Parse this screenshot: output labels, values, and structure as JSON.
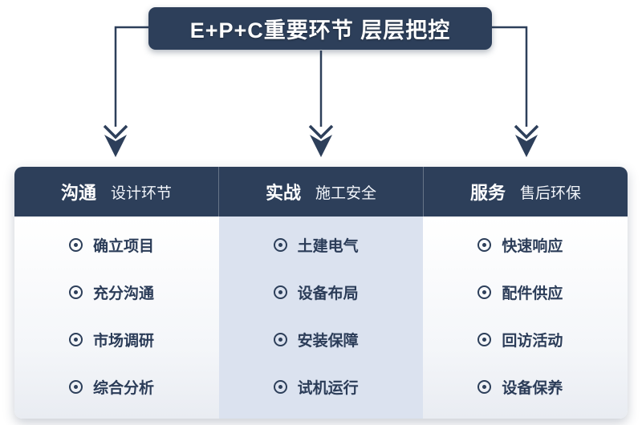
{
  "banner": {
    "title": "E+P+C重要环节 层层把控"
  },
  "columns": [
    {
      "title": "沟通",
      "subtitle": "设计环节",
      "items": [
        "确立项目",
        "充分沟通",
        "市场调研",
        "综合分析"
      ]
    },
    {
      "title": "实战",
      "subtitle": "施工安全",
      "items": [
        "土建电气",
        "设备布局",
        "安装保障",
        "试机运行"
      ]
    },
    {
      "title": "服务",
      "subtitle": "售后环保",
      "items": [
        "快速响应",
        "配件供应",
        "回访活动",
        "设备保养"
      ]
    }
  ],
  "colors": {
    "navy": "#2d3f5a",
    "middle_column_bg": "#dbe2ef",
    "text": "#2b3c58"
  }
}
